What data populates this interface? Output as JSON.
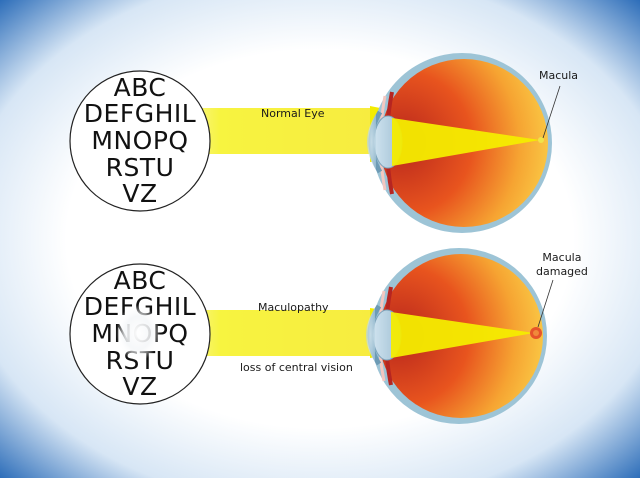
{
  "colors": {
    "background_center": "#ffffff",
    "background_edge": "#1e63b4",
    "light_beam": "#f4f000",
    "eyeball_inner": "#b8261c",
    "eyeball_outer": "#fbd24a",
    "damaged_macula": "#e6542a"
  },
  "top_panel": {
    "chart_lines": [
      "ABC",
      "DEFGHIL",
      "MNOPQ",
      "RSTU",
      "VZ"
    ],
    "beam_label": "Normal Eye",
    "callout_label": "Macula"
  },
  "bottom_panel": {
    "chart_lines": [
      "ABC",
      "DEFGHIL",
      "MNOPQ",
      "RSTU",
      "VZ"
    ],
    "beam_label": "Maculopathy",
    "beam_sublabel": "loss of central vision",
    "callout_label_line1": "Macula",
    "callout_label_line2": "damaged"
  }
}
